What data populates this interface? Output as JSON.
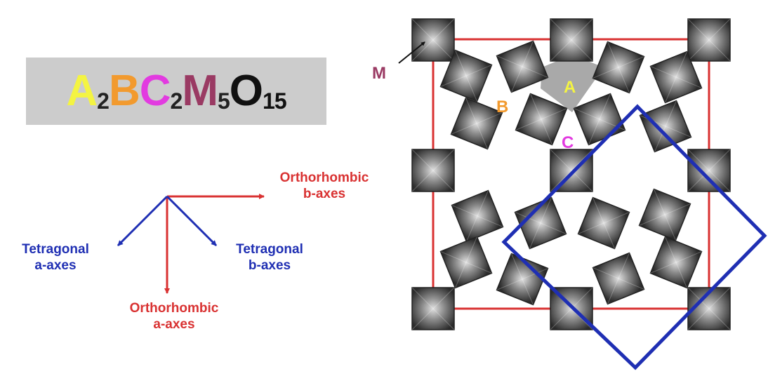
{
  "formula": {
    "parts": [
      {
        "text": "A",
        "role": "symbol",
        "color": "#f4f442"
      },
      {
        "text": "2",
        "role": "subscript",
        "color": "#222222"
      },
      {
        "text": "B",
        "role": "symbol",
        "color": "#f29a2e"
      },
      {
        "text": "C",
        "role": "symbol",
        "color": "#e23be0"
      },
      {
        "text": "2",
        "role": "subscript",
        "color": "#222222"
      },
      {
        "text": "M",
        "role": "symbol",
        "color": "#9a3a63"
      },
      {
        "text": "5",
        "role": "subscript",
        "color": "#222222"
      },
      {
        "text": "O",
        "role": "symbol",
        "color": "#111111"
      },
      {
        "text": "15",
        "role": "subscript",
        "color": "#111111"
      }
    ]
  },
  "axes": {
    "orthorhombic_b": {
      "line1": "Orthorhombic",
      "line2": "b-axes"
    },
    "orthorhombic_a": {
      "line1": "Orthorhombic",
      "line2": "a-axes"
    },
    "tetragonal_a": {
      "line1": "Tetragonal",
      "line2": "a-axes"
    },
    "tetragonal_b": {
      "line1": "Tetragonal",
      "line2": "b-axes"
    },
    "colors": {
      "orthorhombic": "#d93232",
      "tetragonal": "#1f2fb3"
    }
  },
  "structure": {
    "site_labels": {
      "M": {
        "text": "M",
        "color": "#9a3a63"
      },
      "A": {
        "text": "A",
        "color": "#f4f442"
      },
      "B": {
        "text": "B",
        "color": "#f29a2e"
      },
      "C": {
        "text": "C",
        "color": "#e23be0"
      }
    },
    "colors": {
      "orthorhombic_cell": "#d93232",
      "tetragonal_cell": "#1f2fb3",
      "octahedron_dark": "#2b2b2b",
      "octahedron_light": "#d8d8d8",
      "a_site_fill": "#a9a9a9"
    }
  }
}
